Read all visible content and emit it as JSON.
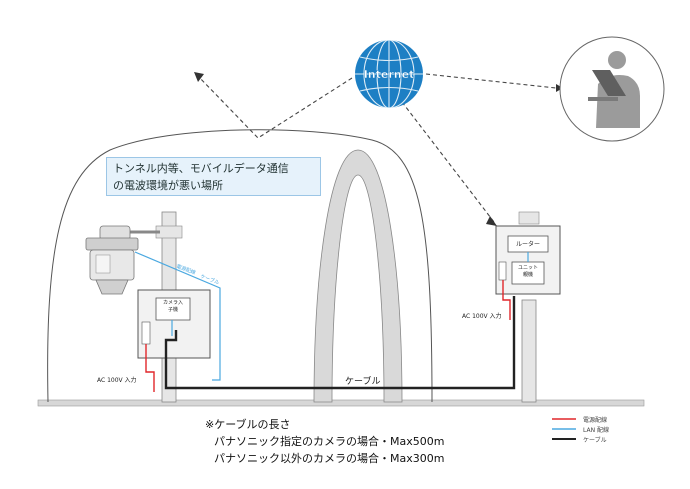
{
  "internet": {
    "label": "Internet"
  },
  "callout": {
    "line1": "トンネル内等、モバイルデータ通信",
    "line2": "の電波環境が悪い場所"
  },
  "left_box": {
    "label_line1": "カメラ入",
    "label_line2": "子機"
  },
  "right_box": {
    "router_label": "ルーター",
    "unit_label_line1": "ユニット",
    "unit_label_line2": "親機"
  },
  "left_power": "AC 100V 入力",
  "right_power": "AC 100V 入力",
  "cable_label": "ケーブル",
  "small_label_a": "電源配線",
  "small_label_b": "ケーブル",
  "notes": {
    "heading": "※ケーブルの長さ",
    "line1": "パナソニック指定のカメラの場合・Max500m",
    "line2": "パナソニック以外のカメラの場合・Max300m"
  },
  "legend": [
    {
      "label": "電源配線",
      "color": "#e0272a"
    },
    {
      "label": "LAN 配線",
      "color": "#4aa8e0"
    },
    {
      "label": "ケーブル",
      "color": "#222222"
    }
  ],
  "colors": {
    "power": "#e0272a",
    "lan": "#4aa8e0",
    "cable": "#222222",
    "globe": "#1d7fc4"
  }
}
